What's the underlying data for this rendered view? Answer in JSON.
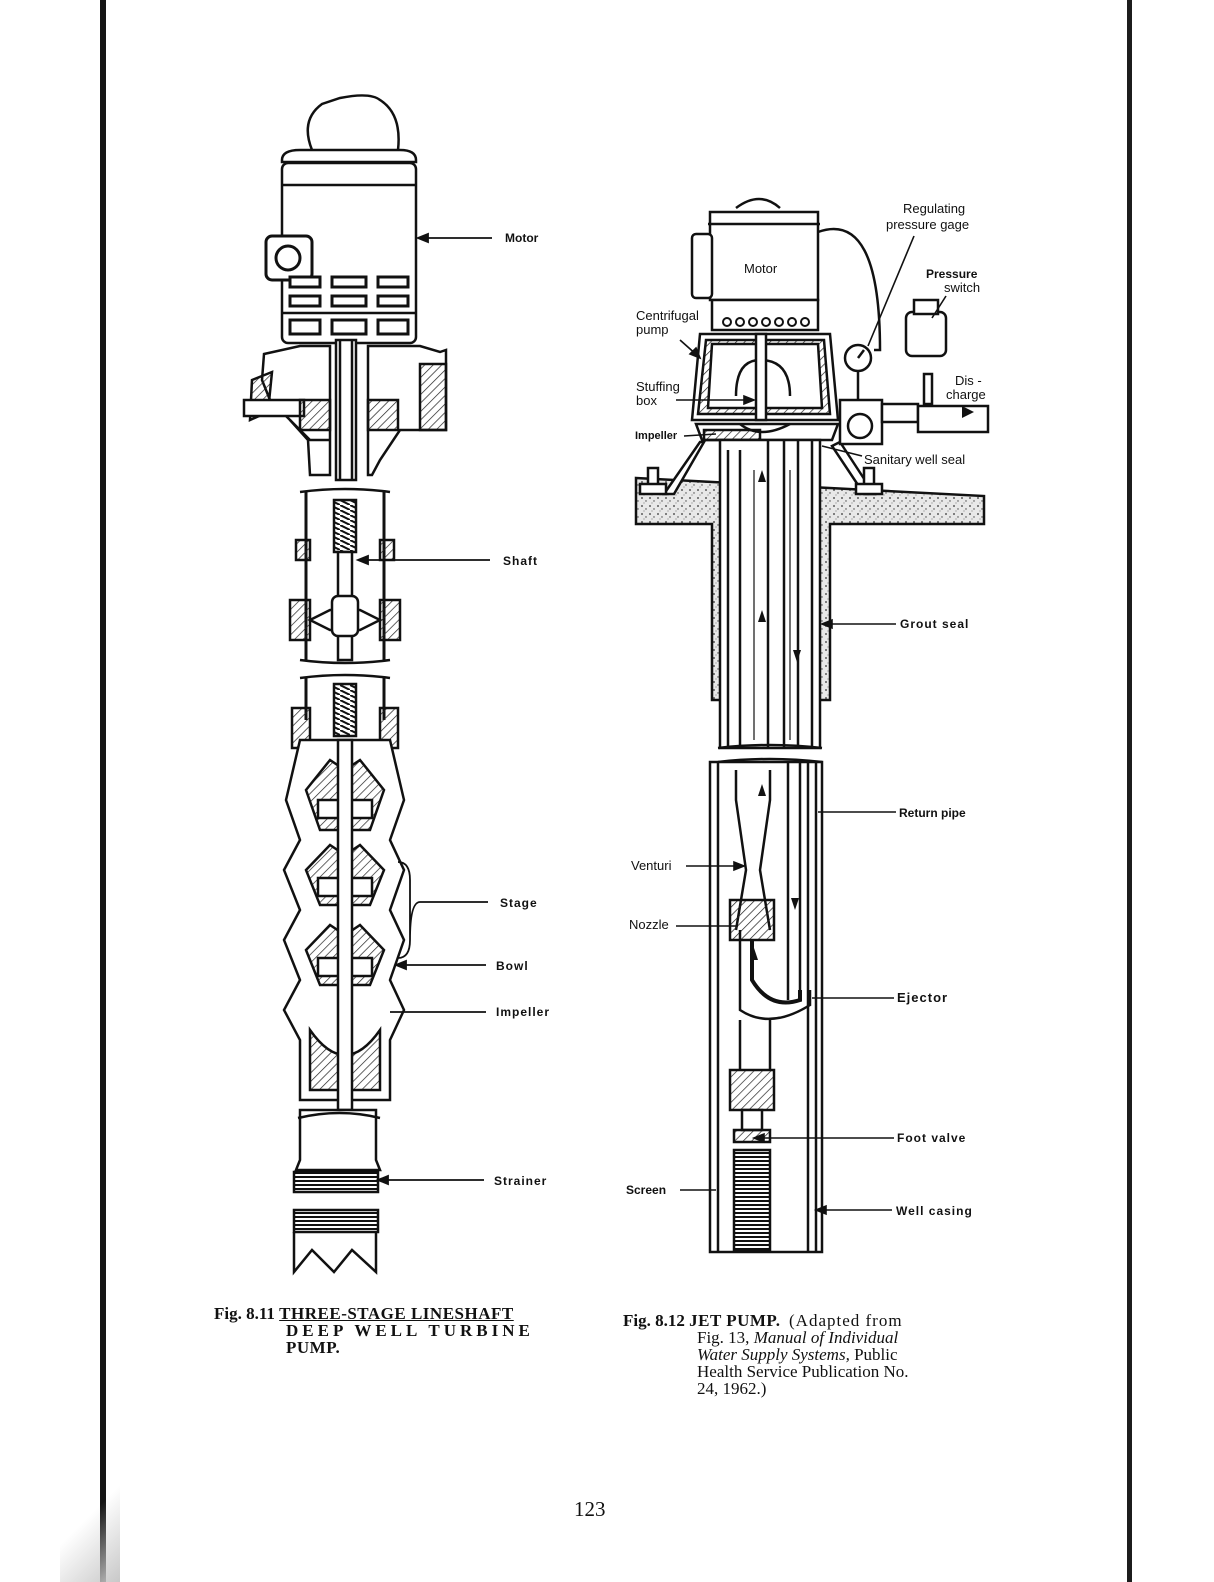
{
  "fig_left": {
    "labels": {
      "motor": "Motor",
      "shaft": "Shaft",
      "stage": "Stage",
      "bowl": "Bowl",
      "impeller": "Impeller",
      "strainer": "Strainer"
    },
    "caption": {
      "number": "Fig. 8.11",
      "title_line1": "THREE-STAGE LINESHAFT",
      "title_line2": "DEEP WELL TURBINE",
      "title_line3": "PUMP."
    }
  },
  "fig_right": {
    "labels": {
      "regulating": "Regulating",
      "pressure_gage": "pressure gage",
      "motor": "Motor",
      "pressure": "Pressure",
      "switch": "switch",
      "centrifugal": "Centrifugal",
      "pump": "pump",
      "stuffing": "Stuffing",
      "box": "box",
      "dis": "Dis -",
      "charge": "charge",
      "impeller": "Impeller",
      "sanitary_seal": "Sanitary well seal",
      "grout_seal": "Grout seal",
      "return_pipe": "Return pipe",
      "venturi": "Venturi",
      "nozzle": "Nozzle",
      "ejector": "Ejector",
      "foot_valve": "Foot valve",
      "screen": "Screen",
      "well_casing": "Well casing"
    },
    "caption": {
      "number": "Fig. 8.12",
      "title": "JET PUMP.",
      "text1": "(Adapted from",
      "text2": "Fig. 13,",
      "italic1": "Manual of Individual",
      "italic2": "Water Supply Systems,",
      "text3": "Public",
      "text4": "Health Service Publication No.",
      "text5": "24, 1962.)"
    }
  },
  "page_number": "123"
}
